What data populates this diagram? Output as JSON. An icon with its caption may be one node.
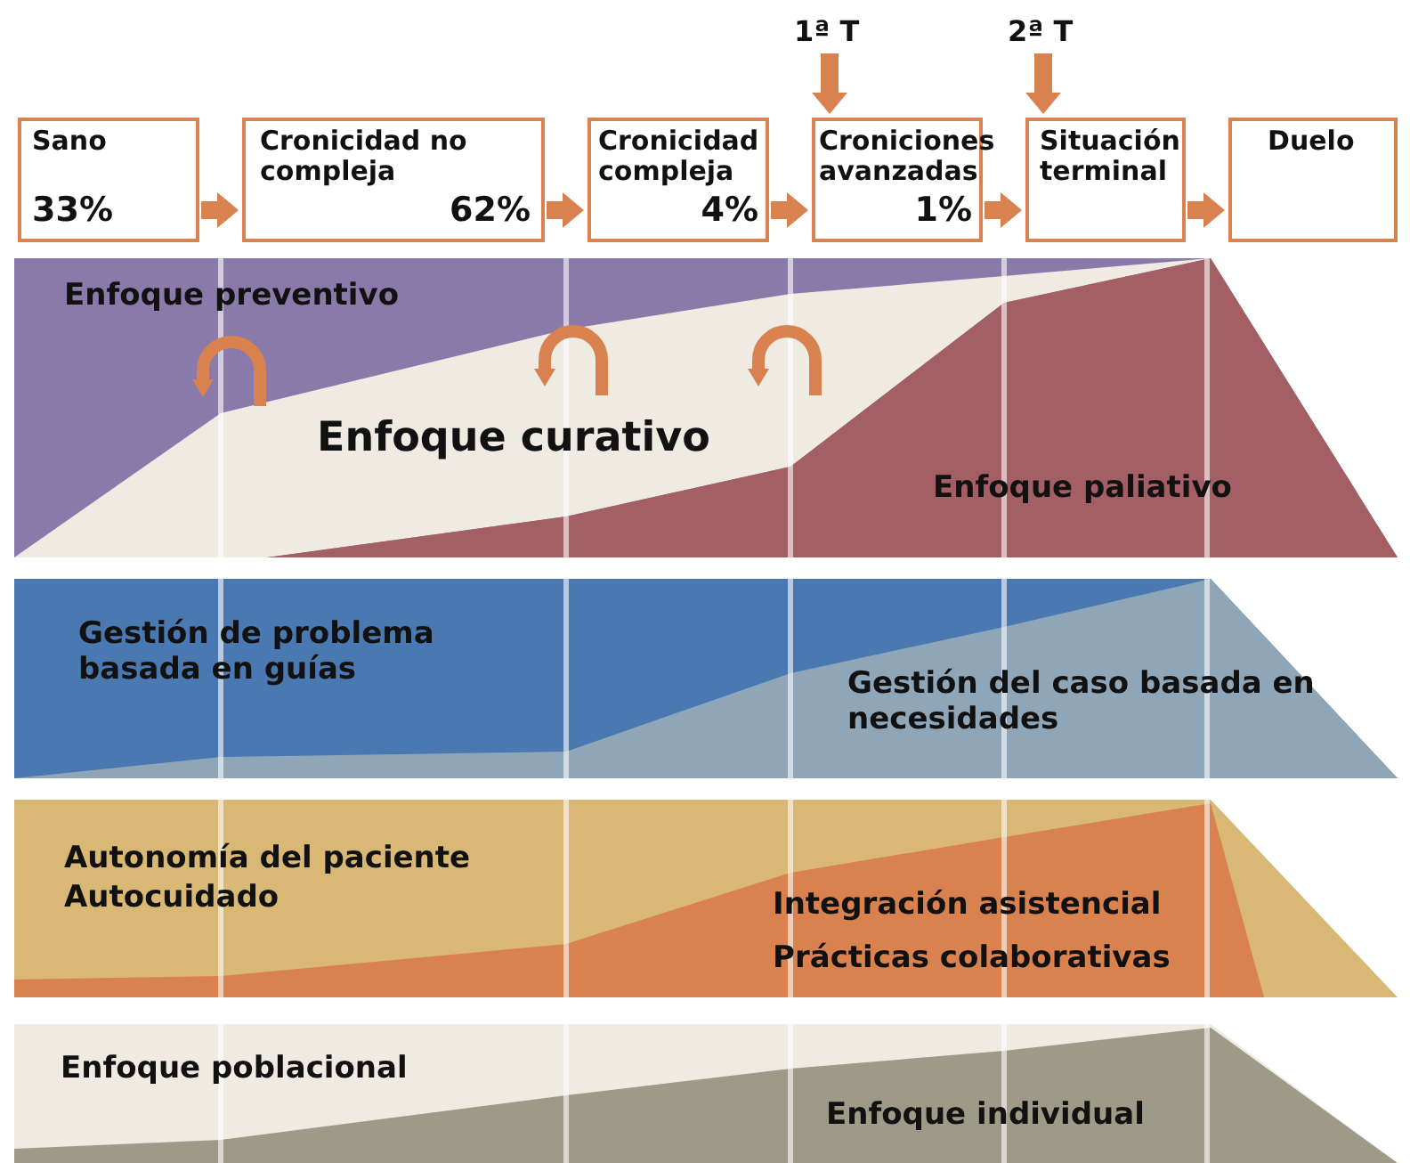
{
  "diagram": {
    "nodes": [
      {
        "text": [
          "Sano",
          "33%"
        ]
      },
      {
        "text": [
          "Cronicidad no compleja",
          "62%"
        ]
      },
      {
        "text": [
          "Cronicidad compleja",
          "4%"
        ]
      },
      {
        "text": [
          "Croniciones avanzadas",
          "1%"
        ]
      },
      {
        "text": [
          "Situación terminal"
        ]
      },
      {
        "text": [
          "Duelo"
        ]
      },
      {
        "text": [
          "1ª T"
        ]
      },
      {
        "text": [
          "2ª T"
        ]
      },
      {
        "text": [
          "Enfoque preventivo"
        ]
      },
      {
        "text": [
          "Enfoque curativo"
        ],
        "in": 8
      },
      {
        "text": [
          "Enfoque paliativo"
        ],
        "in": 8
      },
      {
        "text": [
          "Gestión de problema basada en guías"
        ]
      },
      {
        "text": [
          "Gestión del caso basada en necesidades"
        ],
        "in": 11
      },
      {
        "text": [
          "Autonomía del paciente",
          "Autocuidado"
        ]
      },
      {
        "text": [
          "Integración asistencial",
          "Prácticas colaborativas"
        ],
        "in": 13
      },
      {
        "text": [
          "Enfoque poblacional"
        ]
      },
      {
        "text": [
          "Enfoque individual"
        ],
        "in": 15
      }
    ],
    "edges": [
      {
        "from": 0,
        "to": 1,
        "arrow": "to"
      },
      {
        "from": 1,
        "to": 2,
        "arrow": "to"
      },
      {
        "from": 2,
        "to": 3,
        "arrow": "to"
      },
      {
        "from": 3,
        "to": 4,
        "arrow": "to"
      },
      {
        "from": 4,
        "to": 5,
        "arrow": "to"
      },
      {
        "from": 6,
        "to": 3,
        "arrow": "to"
      },
      {
        "from": 7,
        "to": 4,
        "arrow": "to"
      }
    ]
  }
}
